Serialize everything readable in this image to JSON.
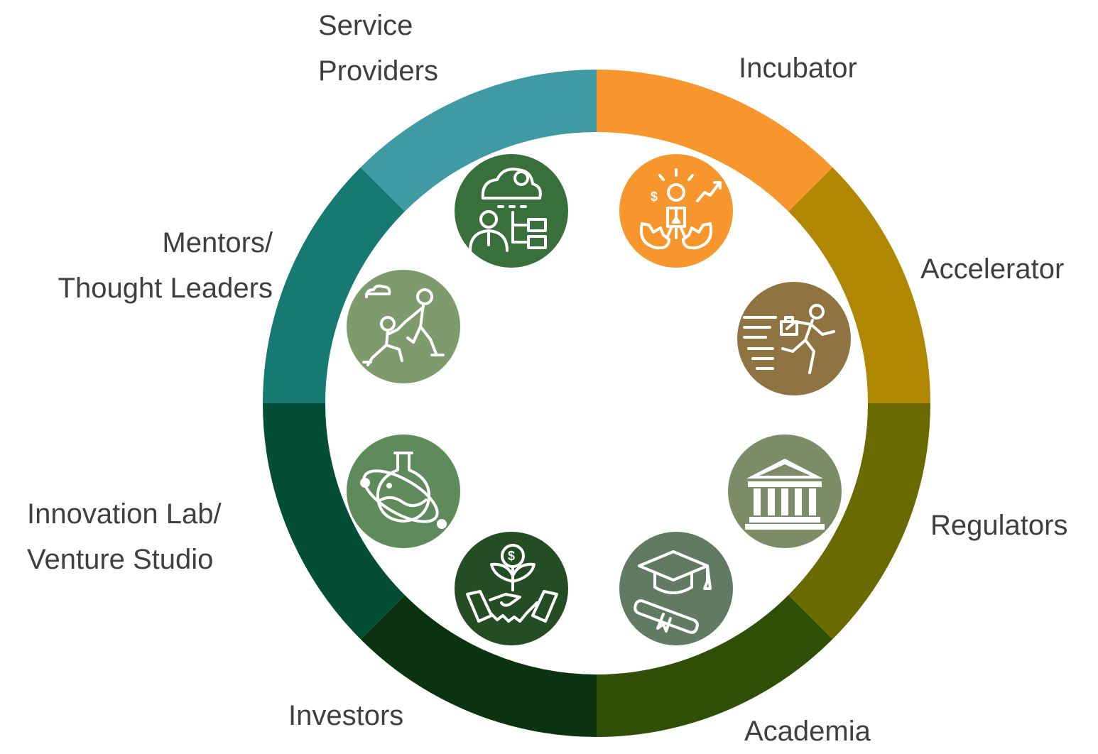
{
  "segments": [
    {
      "id": "incubator",
      "lines": [
        "Incubator"
      ],
      "color": "#f7962d"
    },
    {
      "id": "accelerator",
      "lines": [
        "Accelerator"
      ],
      "color": "#b08700"
    },
    {
      "id": "regulators",
      "lines": [
        "Regulators"
      ],
      "color": "#6b6a00"
    },
    {
      "id": "academia",
      "lines": [
        "Academia"
      ],
      "color": "#2f4f06"
    },
    {
      "id": "investors",
      "lines": [
        "Investors"
      ],
      "color": "#0b3310"
    },
    {
      "id": "innovation-lab",
      "lines": [
        "Innovation Lab/",
        "Venture Studio"
      ],
      "color": "#044e37"
    },
    {
      "id": "mentors",
      "lines": [
        "Mentors/",
        "Thought Leaders"
      ],
      "color": "#167a72"
    },
    {
      "id": "service-providers",
      "lines": [
        "Service",
        "Providers"
      ],
      "color": "#3f9aa3"
    }
  ],
  "icons": [
    {
      "id": "incubator",
      "icon": "hatching-egg-startup-icon",
      "color": "#f7962d"
    },
    {
      "id": "accelerator",
      "icon": "running-man-stairs-icon",
      "color": "#8f7340"
    },
    {
      "id": "regulators",
      "icon": "government-building-icon",
      "color": "#7b8c66"
    },
    {
      "id": "academia",
      "icon": "graduation-cap-diploma-icon",
      "color": "#617a62"
    },
    {
      "id": "investors",
      "icon": "handshake-money-plant-icon",
      "color": "#244d24"
    },
    {
      "id": "innovation-lab",
      "icon": "flask-atom-icon",
      "color": "#5f8a5c"
    },
    {
      "id": "mentors",
      "icon": "helping-hand-climb-icon",
      "color": "#7e9b6e"
    },
    {
      "id": "service-providers",
      "icon": "person-cloud-network-icon",
      "color": "#386f3a"
    }
  ]
}
